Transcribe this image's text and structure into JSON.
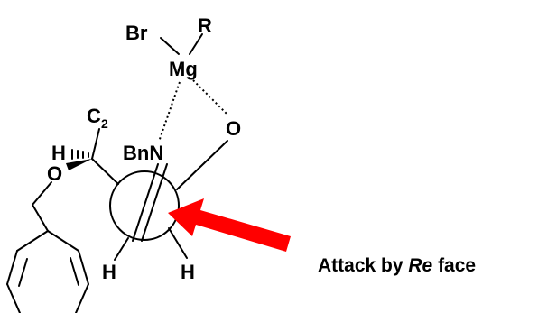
{
  "atoms": {
    "br": "Br",
    "r": "R",
    "mg": "Mg",
    "o_carbonyl": "O",
    "bnn": "BnN",
    "c2_main": "C",
    "c2_sub": "2",
    "h_stereo": "H",
    "o_ether": "O",
    "h_left": "H",
    "h_right": "H"
  },
  "caption": {
    "prefix": "Attack by ",
    "face": "Re",
    "suffix": " face"
  },
  "colors": {
    "arrow": "#ff0000",
    "ink": "#000000"
  }
}
